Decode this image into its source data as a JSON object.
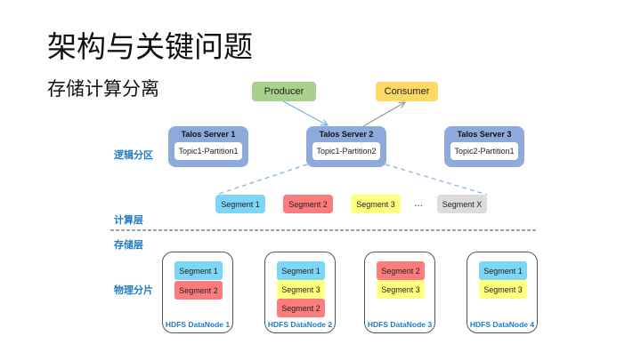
{
  "title": "架构与关键问题",
  "subtitle": "存储计算分离",
  "side_labels": {
    "logical_partition": "逻辑分区",
    "compute_layer": "计算层",
    "storage_layer": "存储层",
    "physical_shard": "物理分片"
  },
  "roles": {
    "producer": "Producer",
    "consumer": "Consumer"
  },
  "servers": [
    {
      "name": "Talos Server 1",
      "partition": "Topic1-Partition1"
    },
    {
      "name": "Talos Server 2",
      "partition": "Topic1-Partition2"
    },
    {
      "name": "Talos Server 3",
      "partition": "Topic2-Partition1"
    }
  ],
  "segments": [
    {
      "label": "Segment 1",
      "color": "#7dd6f8"
    },
    {
      "label": "Segment 2",
      "color": "#fb7c7c"
    },
    {
      "label": "Segment 3",
      "color": "#ffff80"
    },
    {
      "label": "Segment X",
      "color": "#dcdcdc"
    }
  ],
  "ellipsis": "…",
  "colors": {
    "producer": "#a9d18e",
    "consumer": "#ffd966",
    "server": "#8eaadb",
    "label_blue": "#1f7bc4",
    "seg1": "#7dd6f8",
    "seg2": "#fb7c7c",
    "seg3": "#ffff80",
    "segx": "#dcdcdc"
  },
  "datanodes": [
    {
      "label": "HDFS DataNode 1",
      "segments": [
        {
          "label": "Segment 1",
          "color": "#7dd6f8"
        },
        {
          "label": "Segment 2",
          "color": "#fb7c7c"
        }
      ]
    },
    {
      "label": "HDFS DataNode 2",
      "segments": [
        {
          "label": "Segment 1",
          "color": "#7dd6f8"
        },
        {
          "label": "Segment 3",
          "color": "#ffff80"
        },
        {
          "label": "Segment 2",
          "color": "#fb7c7c"
        }
      ]
    },
    {
      "label": "HDFS DataNode 3",
      "segments": [
        {
          "label": "Segment 2",
          "color": "#fb7c7c"
        },
        {
          "label": "Segment 3",
          "color": "#ffff80"
        }
      ]
    },
    {
      "label": "HDFS DataNode 4",
      "segments": [
        {
          "label": "Segment 1",
          "color": "#7dd6f8"
        },
        {
          "label": "Segment 3",
          "color": "#ffff80"
        }
      ]
    }
  ]
}
